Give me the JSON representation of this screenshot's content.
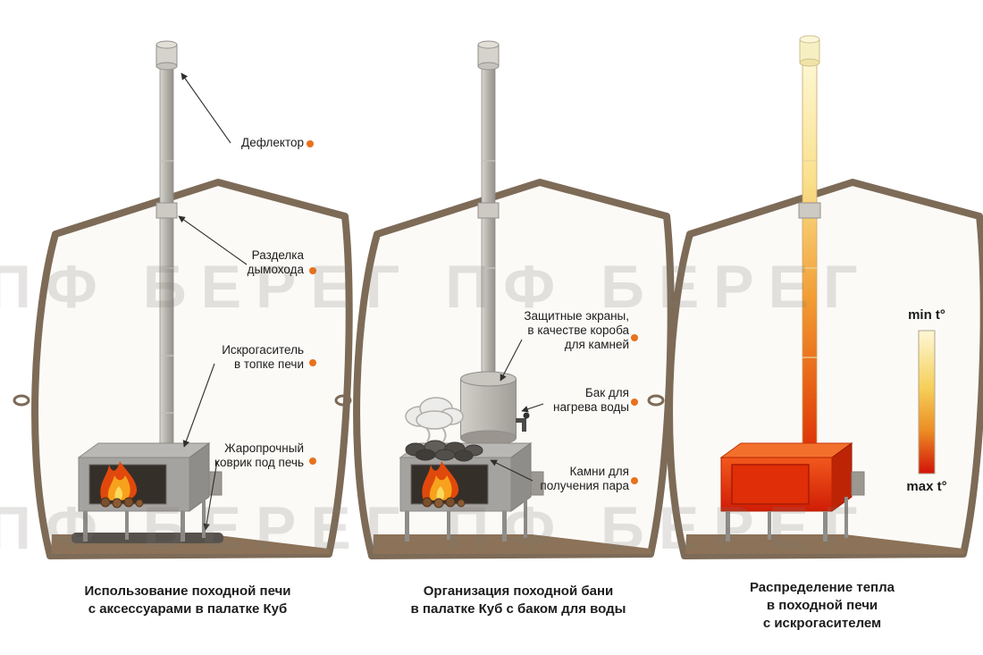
{
  "watermark": {
    "row1": "ПФ БЕРЕГ ПФ БЕРЕГ",
    "row2": "ПФ БЕРЕГ ПФ БЕРЕГ"
  },
  "panels": [
    {
      "caption": [
        "Использование походной печи",
        "с аксессуарами в палатке Куб"
      ],
      "labels": [
        {
          "lines": [
            "Дефлектор"
          ]
        },
        {
          "lines": [
            "Разделка",
            "дымохода"
          ]
        },
        {
          "lines": [
            "Искрогаситель",
            "в топке печи"
          ]
        },
        {
          "lines": [
            "Жаропрочный",
            "коврик под печь"
          ]
        }
      ]
    },
    {
      "caption": [
        "Организация походной бани",
        "в палатке Куб с баком для воды"
      ],
      "labels": [
        {
          "lines": [
            "Защитные экраны,",
            "в качестве короба",
            "для камней"
          ]
        },
        {
          "lines": [
            "Бак для",
            "нагрева воды"
          ]
        },
        {
          "lines": [
            "Камни для",
            "получения пара"
          ]
        }
      ]
    },
    {
      "caption": [
        "Распределение тепла",
        "в походной печи",
        "с искрогасителем"
      ],
      "legend": {
        "min": "min t°",
        "max": "max t°"
      }
    }
  ],
  "colors": {
    "accent_dot": "#e8711c",
    "tent_outline": "#7d6b57",
    "heat_min": "#fdf7d2",
    "heat_max": "#d21208"
  }
}
